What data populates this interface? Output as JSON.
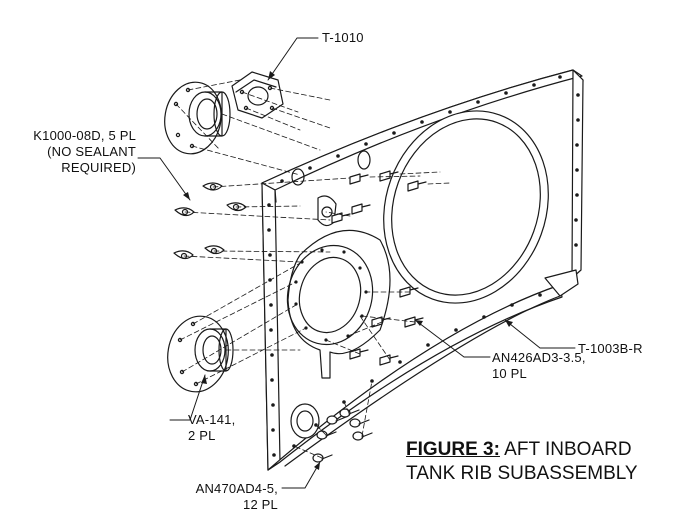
{
  "callouts": {
    "t1010": "T-1010",
    "k1000_line1": "K1000-08D, 5 PL",
    "k1000_line2": "(NO SEALANT",
    "k1000_line3": "REQUIRED)",
    "t1003": "T-1003B-R",
    "an426_line1": "AN426AD3-3.5,",
    "an426_line2": "10 PL",
    "va141_line1": "VA-141,",
    "va141_line2": "2 PL",
    "an470_line1": "AN470AD4-5,",
    "an470_line2": "12 PL"
  },
  "caption": {
    "prefix": "FIGURE 3:",
    "title_line1": " AFT INBOARD",
    "title_line2": "TANK RIB SUBASSEMBLY"
  }
}
